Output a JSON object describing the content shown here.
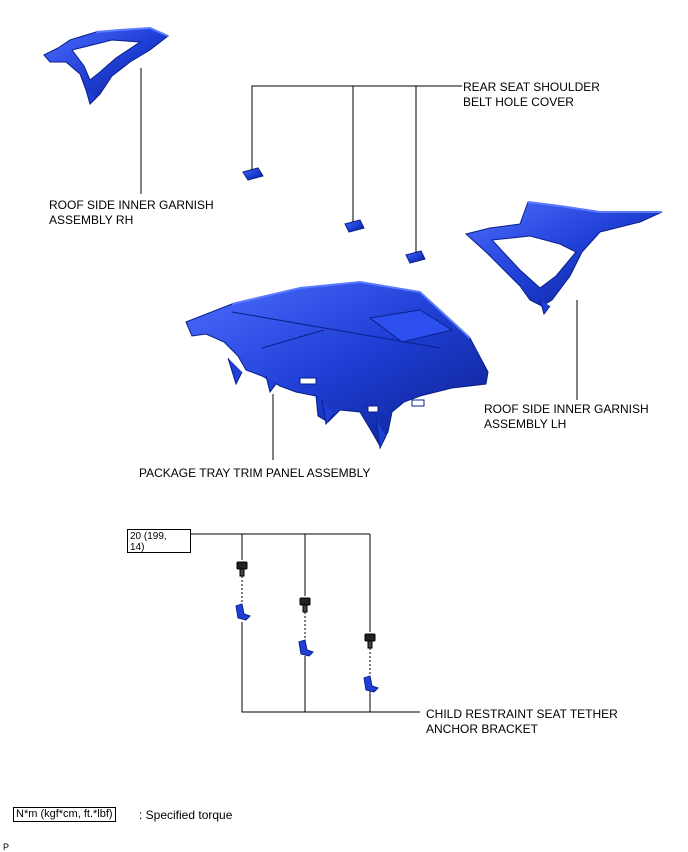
{
  "labels": {
    "rear_cover_line1": "REAR SEAT SHOULDER",
    "rear_cover_line2": "BELT HOLE COVER",
    "garnish_rh_line1": "ROOF SIDE INNER GARNISH",
    "garnish_rh_line2": "ASSEMBLY RH",
    "garnish_lh_line1": "ROOF SIDE INNER GARNISH",
    "garnish_lh_line2": "ASSEMBLY LH",
    "package_tray": "PACKAGE TRAY TRIM PANEL ASSEMBLY",
    "bracket_line1": "CHILD RESTRAINT SEAT TETHER",
    "bracket_line2": "ANCHOR BRACKET"
  },
  "torque": {
    "value_line1": "20 (199,",
    "value_line2": "14)"
  },
  "legend": {
    "unit": "N*m (kgf*cm, ft.*lbf)",
    "description": ": Specified torque"
  },
  "corner_mark": "P",
  "colors": {
    "part_fill": "#1f3fd6",
    "part_dark": "#0b1f8a",
    "part_light": "#5c7cff",
    "line": "#000000"
  }
}
